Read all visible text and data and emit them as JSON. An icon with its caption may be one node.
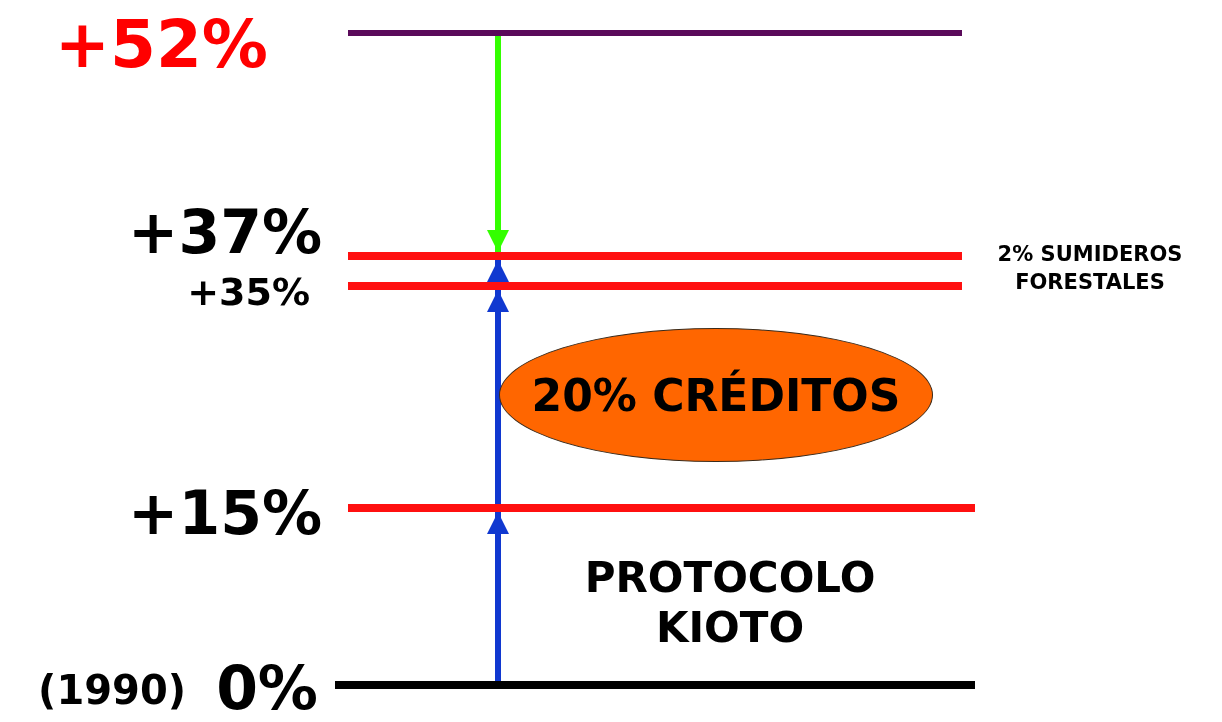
{
  "diagram": {
    "nodes": [
      {
        "text": [
          "+52%"
        ]
      },
      {
        "text": [
          "+37%"
        ]
      },
      {
        "text": [
          "+35%"
        ]
      },
      {
        "text": [
          "20% CRÉDITOS"
        ]
      },
      {
        "text": [
          "+15%"
        ]
      },
      {
        "text": [
          "(1990)",
          "0%"
        ]
      }
    ],
    "edges": [
      {
        "from": 5,
        "to": 4,
        "arrow": "to"
      },
      {
        "from": 4,
        "to": 2,
        "arrow": "to"
      },
      {
        "from": 2,
        "to": 1,
        "arrow": "to"
      },
      {
        "from": 0,
        "to": 1,
        "arrow": "to",
        "color": "#33ff00"
      }
    ],
    "labels": [
      "2% SUMIDEROS FORESTALES",
      "PROTOCOLO KIOTO"
    ]
  }
}
